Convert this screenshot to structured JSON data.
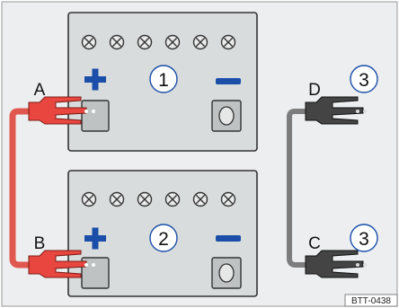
{
  "figure": {
    "code": "BTT-0438",
    "colors": {
      "background": "#eceeef",
      "battery_body": "#d9dcdc",
      "battery_outline": "#333333",
      "plus_sign": "#1a4ea8",
      "minus_sign": "#1a4ea8",
      "red_cable": "#e0574f",
      "red_clamp": "#e8463e",
      "black_cable": "#7d7d7d",
      "black_clamp": "#444444",
      "circle_fill": "#ffffff"
    }
  },
  "batteries": [
    {
      "number": "1"
    },
    {
      "number": "2"
    }
  ],
  "clamps": {
    "A": {
      "letter": "A"
    },
    "B": {
      "letter": "B"
    },
    "C": {
      "letter": "C",
      "number": "3"
    },
    "D": {
      "letter": "D",
      "number": "3"
    }
  }
}
